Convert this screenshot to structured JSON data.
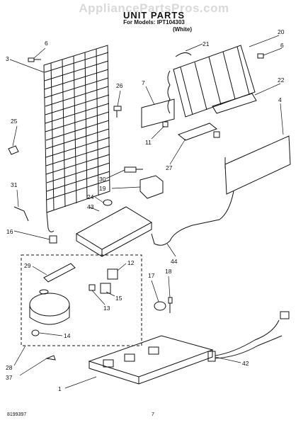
{
  "header": {
    "watermark": "AppliancePartsPros.com",
    "title": "UNIT PARTS",
    "models_line": "For Models: IPT104303",
    "color_line": "(White)"
  },
  "footer": {
    "left_code": "8199397",
    "page_number": "7"
  },
  "callouts": [
    "6",
    "3",
    "26",
    "25",
    "31",
    "16",
    "20",
    "21",
    "6",
    "7",
    "22",
    "4",
    "11",
    "27",
    "30",
    "19",
    "24",
    "43",
    "44",
    "29",
    "12",
    "17",
    "18",
    "13",
    "15",
    "14",
    "28",
    "37",
    "1",
    "42"
  ]
}
